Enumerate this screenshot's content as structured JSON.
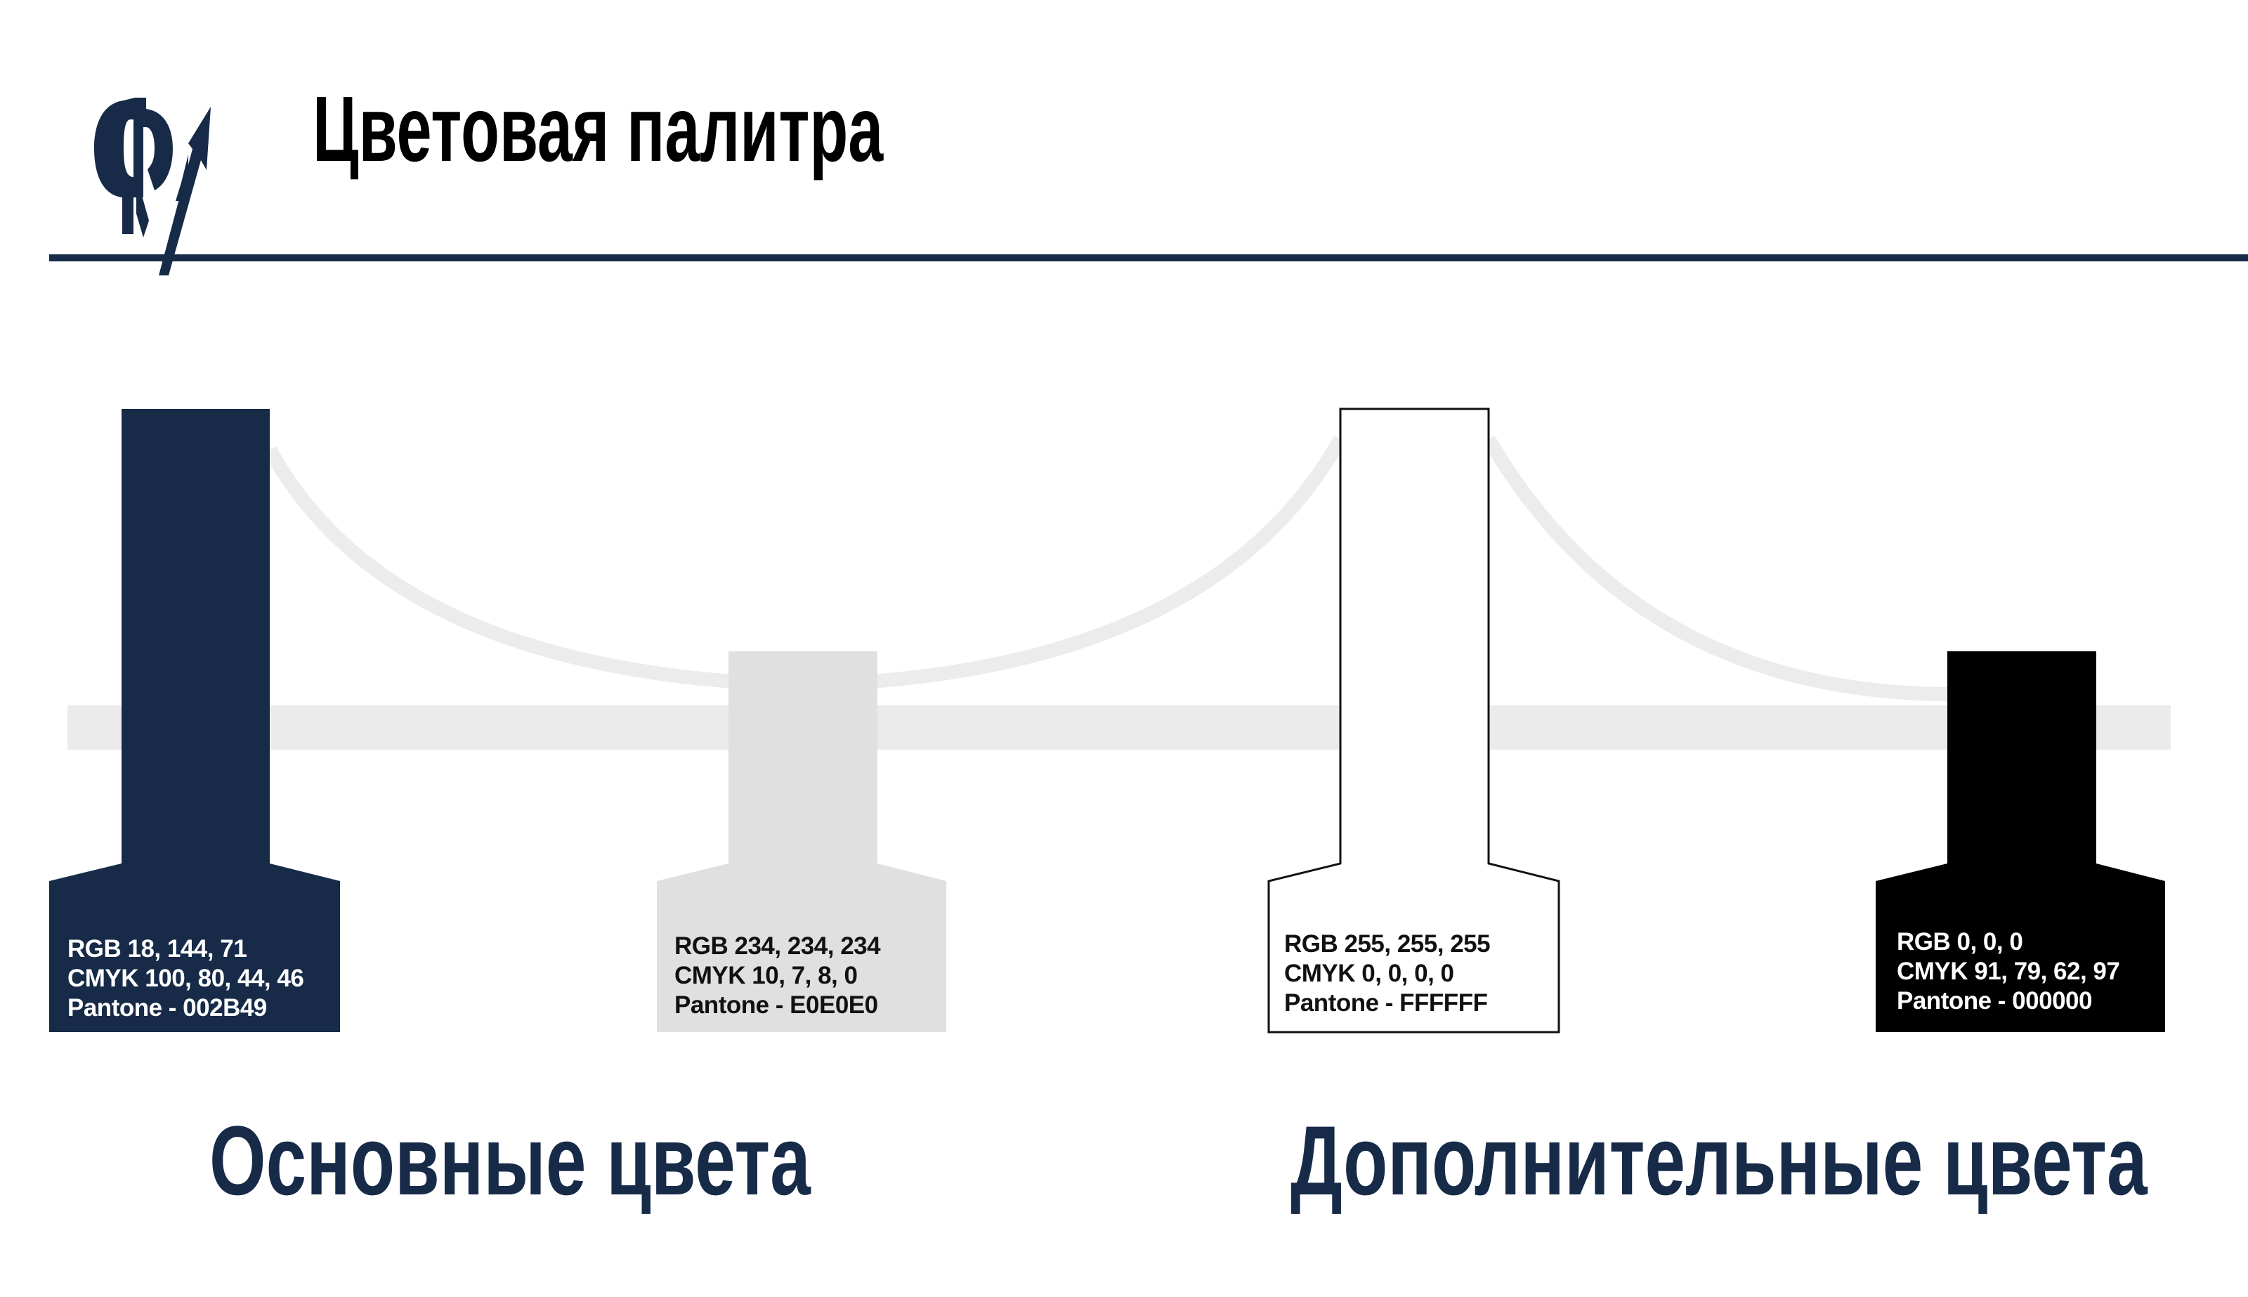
{
  "header": {
    "title": "Цветовая палитра",
    "logo_icon": "fm-logo-arrow-icon"
  },
  "colors": {
    "accent": "#172b48",
    "bridge": "#ebebeb"
  },
  "swatches": [
    {
      "fill": "#172b48",
      "text_color": "#ffffff",
      "rgb": "RGB 18, 144, 71",
      "cmyk": "CMYK 100, 80, 44, 46",
      "pantone": "Pantone - 002B49"
    },
    {
      "fill": "#e0e0e0",
      "text_color": "#111111",
      "rgb": "RGB 234, 234, 234",
      "cmyk": "CMYK 10, 7, 8, 0",
      "pantone": "Pantone - E0E0E0"
    },
    {
      "fill": "#ffffff",
      "text_color": "#111111",
      "rgb": "RGB 255, 255, 255",
      "cmyk": "CMYK 0, 0, 0, 0",
      "pantone": "Pantone - FFFFFF"
    },
    {
      "fill": "#000000",
      "text_color": "#ffffff",
      "rgb": "RGB 0, 0, 0",
      "cmyk": "CMYK 91, 79, 62, 97",
      "pantone": "Pantone - 000000"
    }
  ],
  "groups": {
    "primary": "Основные цвета",
    "secondary": "Дополнительные цвета"
  }
}
